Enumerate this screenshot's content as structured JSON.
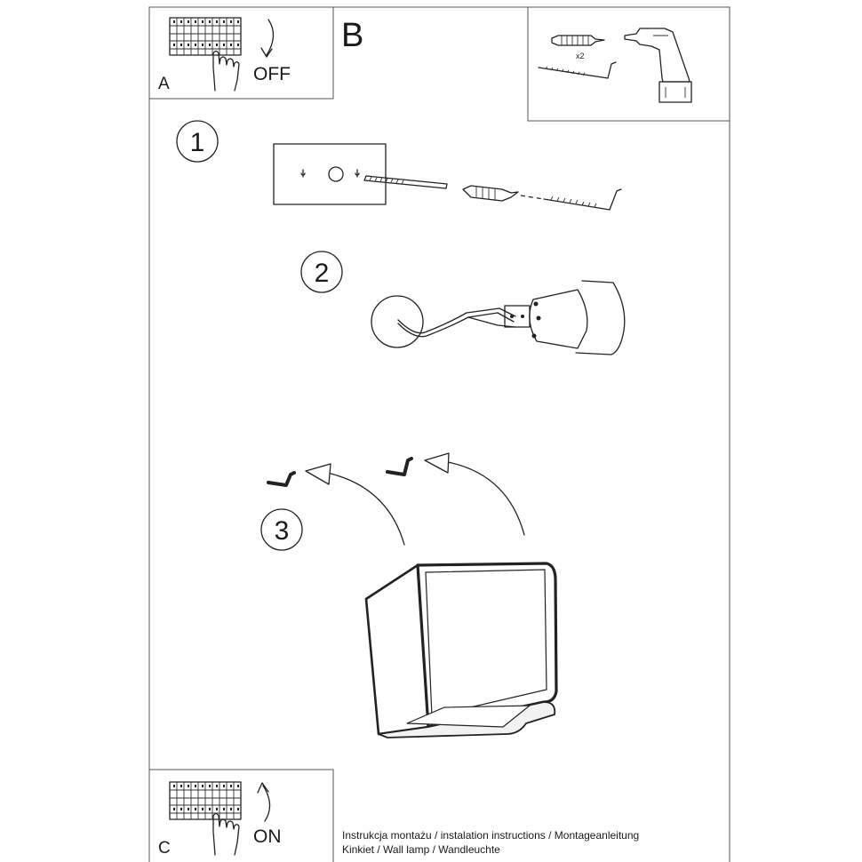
{
  "panels": {
    "a": {
      "label": "A",
      "action": "OFF"
    },
    "b": {
      "label": "B",
      "quantity": "x2"
    },
    "c": {
      "label": "C",
      "action": "ON"
    }
  },
  "steps": [
    "1",
    "2",
    "3"
  ],
  "footer": {
    "line1": "Instrukcja montażu / instalation instructions / Montageanleitung",
    "line2": "Kinkiet / Wall lamp / Wandleuchte"
  }
}
